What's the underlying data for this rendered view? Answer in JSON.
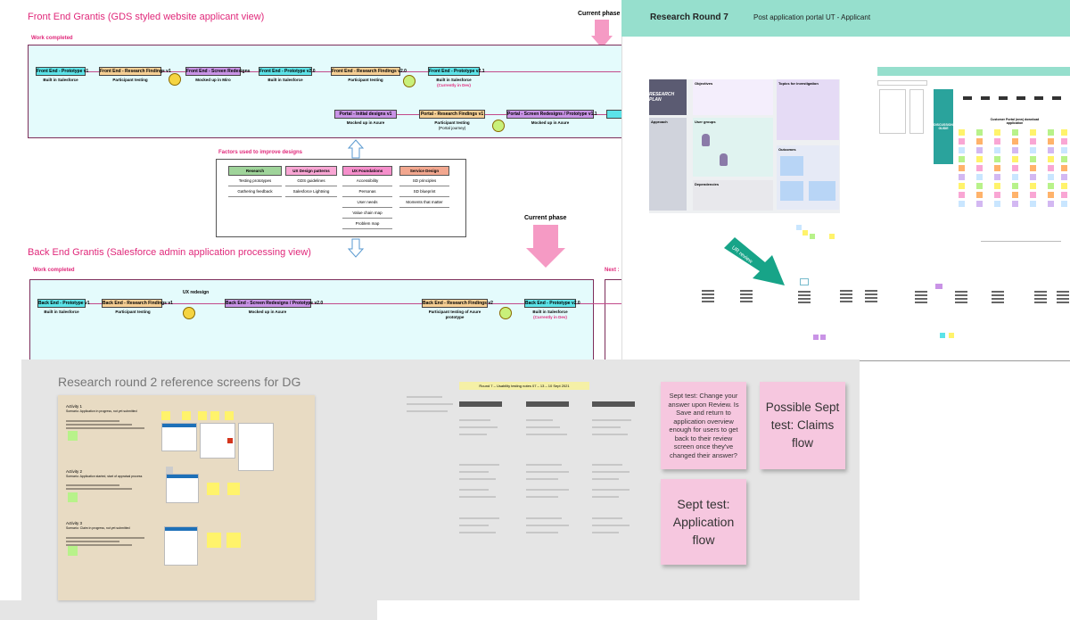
{
  "front_end": {
    "title": "Front End Grantis (GDS styled website applicant view)",
    "work_completed": "Work completed",
    "current_phase": "Current phase",
    "row1": [
      {
        "label": "Front End - Prototype v1",
        "color": "cyan",
        "caption": "Built in Salesforce"
      },
      {
        "label": "Front End - Research Findings v1",
        "color": "tan",
        "caption": "Participant testing"
      },
      {
        "label": "Front End - Screen Redesigns",
        "color": "purple",
        "caption": "Mocked up in Miro"
      },
      {
        "label": "Front End - Prototype v2.0",
        "color": "cyan",
        "caption": "Built in Salesforce"
      },
      {
        "label": "Front End - Research Findings v2.0",
        "color": "tan",
        "caption": "Participant testing"
      },
      {
        "label": "Front End - Prototype v2.1",
        "color": "cyan",
        "caption": "Built in Salesforce",
        "caption2": "(Currently in Dev)"
      }
    ],
    "row2": [
      {
        "label": "Portal - Initial designs v1",
        "color": "purple",
        "caption": "Mocked up in Axure"
      },
      {
        "label": "Portal - Research Findings v1",
        "color": "tan",
        "caption": "Participant testing",
        "caption_sub": "(Portal journey)"
      },
      {
        "label": "Portal - Screen Redesigns / Prototype v1.1",
        "color": "purple",
        "caption": "Mocked up in Axure"
      }
    ]
  },
  "factors": {
    "title": "Factors used to improve designs",
    "columns": [
      {
        "head": "Research",
        "color": "#9fd49a",
        "items": [
          "Testing prototypes",
          "Gathering feedback"
        ]
      },
      {
        "head": "UX Design patterns",
        "color": "#f9a6d4",
        "items": [
          "GDS guidelines",
          "Salesforce Lightning"
        ]
      },
      {
        "head": "UX Foundations",
        "color": "#f58fcb",
        "items": [
          "Accessibility",
          "Personas",
          "User needs",
          "Value chain map",
          "Problem map"
        ]
      },
      {
        "head": "Service Design",
        "color": "#f2a78f",
        "items": [
          "SD principles",
          "SD blueprint",
          "Moments that matter"
        ]
      }
    ]
  },
  "back_end": {
    "title": "Back End Grantis (Salesforce admin application processing view)",
    "work_completed": "Work completed",
    "current_phase": "Current phase",
    "next_label": "Next :",
    "ux_redesign": "UX redesign",
    "row": [
      {
        "label": "Back End - Prototype v1",
        "color": "cyan",
        "caption": "Built in Salesforce"
      },
      {
        "label": "Back End - Research Findings v1",
        "color": "tan",
        "caption": "Participant testing"
      },
      {
        "label": "Back End - Screen Redesigns / Prototype v2.0",
        "color": "purple",
        "caption": "Mocked up in Axure"
      },
      {
        "label": "Back End - Research Findings v2",
        "color": "tan",
        "caption": "Participant testing of Axure",
        "caption_sub": "prototype"
      },
      {
        "label": "Back End - Prototype v2.0",
        "color": "cyan",
        "caption": "Built in Salesforce",
        "caption2": "(Currently in Dev)"
      }
    ]
  },
  "research_round7": {
    "title": "Research Round 7",
    "subtitle": "Post application portal UT - Applicant",
    "research_plan": "RESEARCH PLAN",
    "objectives": "Objectives",
    "topics": "Topics for investigation",
    "approach": "Approach",
    "user_groups": "User groups",
    "outcomes": "Outcomes",
    "dependencies": "Dependencies",
    "ur_review": "UR review",
    "discussion_guide": "DISCUSSION GUIDE",
    "journey_title": "Customer Portal (new) download application"
  },
  "research_round2": {
    "title": "Research round 2 reference screens for DG",
    "activities": [
      {
        "label": "Activity 1",
        "desc": "Scenario: Application in progress, not yet submitted"
      },
      {
        "label": "Activity 2",
        "desc": "Scenario: Application started, start of appraisal process"
      },
      {
        "label": "Activity 3",
        "desc": "Scenario: Claim in progress, not yet submitted"
      }
    ]
  },
  "sept_board": {
    "header": "Round 7 – Usability testing notes 07 – 13 – 10 Sept 2021",
    "notes": [
      "Sept test: Change your answer upon Review. Is Save and return to application overview enough for users to get back to their review screen once they've changed their answer?",
      "Possible Sept test: Claims flow",
      "Sept test: Application flow"
    ]
  }
}
